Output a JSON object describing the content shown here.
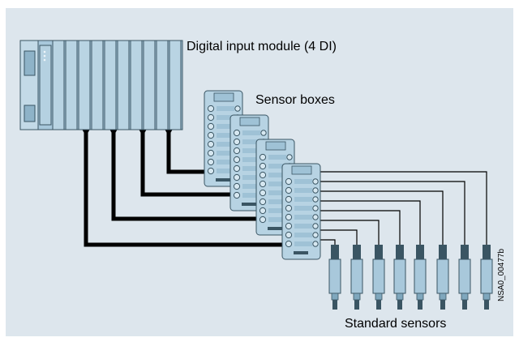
{
  "labels": {
    "module": "Digital input module (4 DI)",
    "sensor_boxes": "Sensor boxes",
    "standard_sensors": "Standard sensors",
    "drawing_ref": "NSA0_00477b"
  },
  "colors": {
    "background": "#dde6ed",
    "module_blue": "#a8c8db",
    "module_stroke": "#3a5563",
    "cable": "#000000",
    "sensor_body": "#a8c8db"
  },
  "counts": {
    "module_slots": 10,
    "sensor_boxes": 4,
    "sensors": 8
  }
}
